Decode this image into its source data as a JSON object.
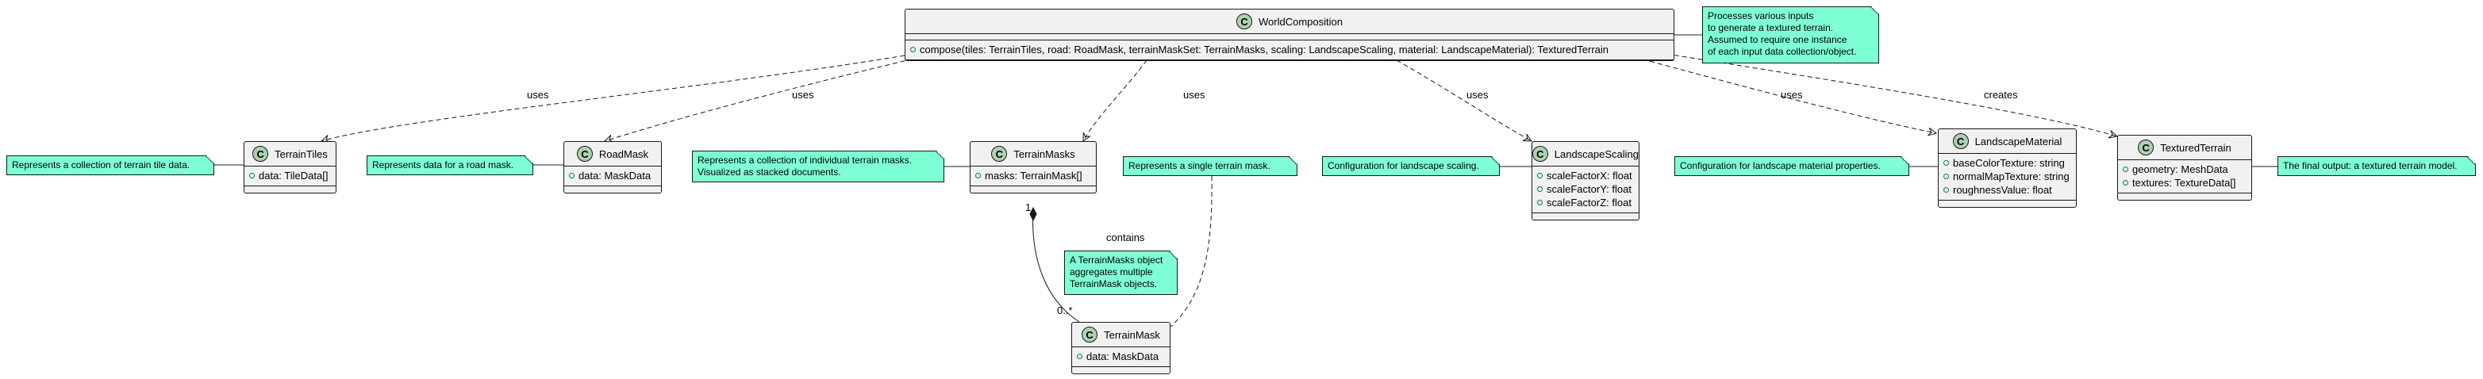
{
  "classes": {
    "world_composition": {
      "name": "WorldComposition",
      "attributes": [],
      "methods": [
        "compose(tiles: TerrainTiles, road: RoadMask, terrainMaskSet: TerrainMasks, scaling: LandscapeScaling, material: LandscapeMaterial): TexturedTerrain"
      ]
    },
    "terrain_tiles": {
      "name": "TerrainTiles",
      "attributes": [
        "data: TileData[]"
      ]
    },
    "road_mask": {
      "name": "RoadMask",
      "attributes": [
        "data: MaskData"
      ]
    },
    "terrain_masks": {
      "name": "TerrainMasks",
      "attributes": [
        "masks: TerrainMask[]"
      ]
    },
    "landscape_scaling": {
      "name": "LandscapeScaling",
      "attributes": [
        "scaleFactorX: float",
        "scaleFactorY: float",
        "scaleFactorZ: float"
      ]
    },
    "landscape_material": {
      "name": "LandscapeMaterial",
      "attributes": [
        "baseColorTexture: string",
        "normalMapTexture: string",
        "roughnessValue: float"
      ]
    },
    "textured_terrain": {
      "name": "TexturedTerrain",
      "attributes": [
        "geometry: MeshData",
        "textures: TextureData[]"
      ]
    },
    "terrain_mask": {
      "name": "TerrainMask",
      "attributes": [
        "data: MaskData"
      ]
    }
  },
  "class_badge": "C",
  "notes": {
    "world_composition": [
      "Processes various inputs",
      "to generate a textured terrain.",
      "Assumed to require one instance",
      "of each input data collection/object."
    ],
    "terrain_tiles": [
      "Represents a collection of terrain tile data."
    ],
    "road_mask": [
      "Represents data for a road mask."
    ],
    "terrain_masks": [
      "Represents a collection of individual terrain masks.",
      "Visualized as stacked documents."
    ],
    "terrain_mask": [
      "Represents a single terrain mask."
    ],
    "landscape_scaling": [
      "Configuration for landscape scaling."
    ],
    "landscape_material": [
      "Configuration for landscape material properties."
    ],
    "textured_terrain": [
      "The final output: a textured terrain model."
    ],
    "contains": [
      "A TerrainMasks object",
      "aggregates multiple",
      "TerrainMask objects."
    ]
  },
  "edge_labels": {
    "uses_tiles": "uses",
    "uses_road": "uses",
    "uses_masks": "uses",
    "uses_scaling": "uses",
    "uses_material": "uses",
    "creates": "creates",
    "contains": "contains",
    "mult_one": "1",
    "mult_many": "0..*"
  },
  "colors": {
    "class_fill": "#f1f1f1",
    "class_badge": "#add1b2",
    "note_fill": "#7effd5",
    "line": "#181818",
    "visibility_dot": "#038048"
  }
}
